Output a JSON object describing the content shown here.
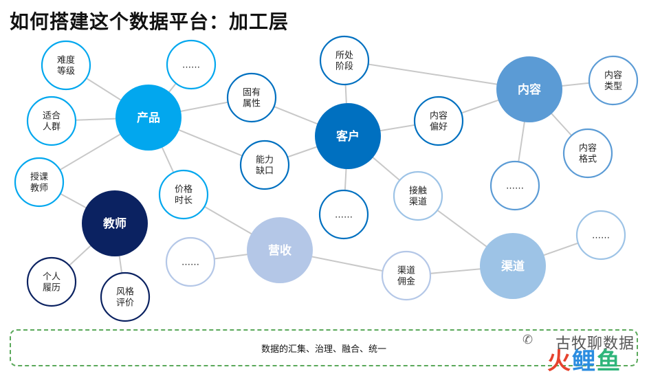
{
  "title": "如何搭建这个数据平台：加工层",
  "nodes": [
    {
      "id": "chanpin",
      "label": [
        "产品"
      ],
      "kind": "hub",
      "color": "#02a7ee"
    },
    {
      "id": "kehu",
      "label": [
        "客户"
      ],
      "kind": "hub",
      "color": "#0070c0"
    },
    {
      "id": "neirong",
      "label": [
        "内容"
      ],
      "kind": "hub",
      "color": "#5b9bd5"
    },
    {
      "id": "jiaoshi",
      "label": [
        "教师"
      ],
      "kind": "hub",
      "color": "#0b2261"
    },
    {
      "id": "yingshou",
      "label": [
        "营收"
      ],
      "kind": "hub",
      "color": "#b4c7e7"
    },
    {
      "id": "qudao",
      "label": [
        "渠道"
      ],
      "kind": "hub",
      "color": "#9dc3e6"
    },
    {
      "id": "nandu",
      "label": [
        "难度",
        "等级"
      ],
      "kind": "leaf",
      "stroke": "#02a7ee"
    },
    {
      "id": "dots_prod",
      "label": [
        "……"
      ],
      "kind": "leaf",
      "stroke": "#02a7ee"
    },
    {
      "id": "shihe",
      "label": [
        "适合",
        "人群"
      ],
      "kind": "leaf",
      "stroke": "#02a7ee"
    },
    {
      "id": "shouke",
      "label": [
        "授课",
        "教师"
      ],
      "kind": "leaf",
      "stroke": "#02a7ee"
    },
    {
      "id": "jiage",
      "label": [
        "价格",
        "时长"
      ],
      "kind": "leaf",
      "stroke": "#02a7ee"
    },
    {
      "id": "guyou",
      "label": [
        "固有",
        "属性"
      ],
      "kind": "leaf",
      "stroke": "#0070c0"
    },
    {
      "id": "nengli",
      "label": [
        "能力",
        "缺口"
      ],
      "kind": "leaf",
      "stroke": "#0070c0"
    },
    {
      "id": "suochu",
      "label": [
        "所处",
        "阶段"
      ],
      "kind": "leaf",
      "stroke": "#0070c0"
    },
    {
      "id": "dots_kehu",
      "label": [
        "……"
      ],
      "kind": "leaf",
      "stroke": "#0070c0"
    },
    {
      "id": "nrpianhao",
      "label": [
        "内容",
        "偏好"
      ],
      "kind": "leaf",
      "stroke": "#0070c0"
    },
    {
      "id": "jiechu",
      "label": [
        "接触",
        "渠道"
      ],
      "kind": "leaf",
      "stroke": "#9dc3e6"
    },
    {
      "id": "nrleixing",
      "label": [
        "内容",
        "类型"
      ],
      "kind": "leaf",
      "stroke": "#5b9bd5"
    },
    {
      "id": "nrgeshi",
      "label": [
        "内容",
        "格式"
      ],
      "kind": "leaf",
      "stroke": "#5b9bd5"
    },
    {
      "id": "dots_nr",
      "label": [
        "……"
      ],
      "kind": "leaf",
      "stroke": "#5b9bd5"
    },
    {
      "id": "geren",
      "label": [
        "个人",
        "履历"
      ],
      "kind": "leaf",
      "stroke": "#0b2261"
    },
    {
      "id": "fengge",
      "label": [
        "风格",
        "评价"
      ],
      "kind": "leaf",
      "stroke": "#0b2261"
    },
    {
      "id": "dots_ys",
      "label": [
        "……"
      ],
      "kind": "leaf",
      "stroke": "#b4c7e7"
    },
    {
      "id": "yongjin",
      "label": [
        "渠道",
        "佣金"
      ],
      "kind": "leaf",
      "stroke": "#b4c7e7"
    },
    {
      "id": "dots_qd",
      "label": [
        "……"
      ],
      "kind": "leaf",
      "stroke": "#9dc3e6"
    }
  ],
  "edges": [
    [
      "chanpin",
      "nandu"
    ],
    [
      "chanpin",
      "dots_prod"
    ],
    [
      "chanpin",
      "shihe"
    ],
    [
      "chanpin",
      "shouke"
    ],
    [
      "chanpin",
      "jiage"
    ],
    [
      "chanpin",
      "guyou"
    ],
    [
      "chanpin",
      "nengli"
    ],
    [
      "guyou",
      "kehu"
    ],
    [
      "nengli",
      "kehu"
    ],
    [
      "suochu",
      "kehu"
    ],
    [
      "dots_kehu",
      "kehu"
    ],
    [
      "nrpianhao",
      "kehu"
    ],
    [
      "jiechu",
      "kehu"
    ],
    [
      "suochu",
      "neirong"
    ],
    [
      "nrpianhao",
      "neirong"
    ],
    [
      "neirong",
      "nrleixing"
    ],
    [
      "neirong",
      "nrgeshi"
    ],
    [
      "neirong",
      "dots_nr"
    ],
    [
      "shouke",
      "jiaoshi"
    ],
    [
      "jiaoshi",
      "geren"
    ],
    [
      "jiaoshi",
      "fengge"
    ],
    [
      "jiage",
      "yingshou"
    ],
    [
      "dots_ys",
      "yingshou"
    ],
    [
      "yingshou",
      "yongjin"
    ],
    [
      "yongjin",
      "qudao"
    ],
    [
      "jiechu",
      "qudao"
    ],
    [
      "qudao",
      "dots_qd"
    ]
  ],
  "bottom_text": "数据的汇集、治理、融合、统一",
  "watermark": {
    "name": "古牧聊数据",
    "logo_chars": [
      "火",
      "鲤",
      "鱼"
    ]
  },
  "colors": {
    "edge": "#c8c8c8",
    "dashed_border": "#5aa85a",
    "arrow": "#e3e8ee"
  }
}
